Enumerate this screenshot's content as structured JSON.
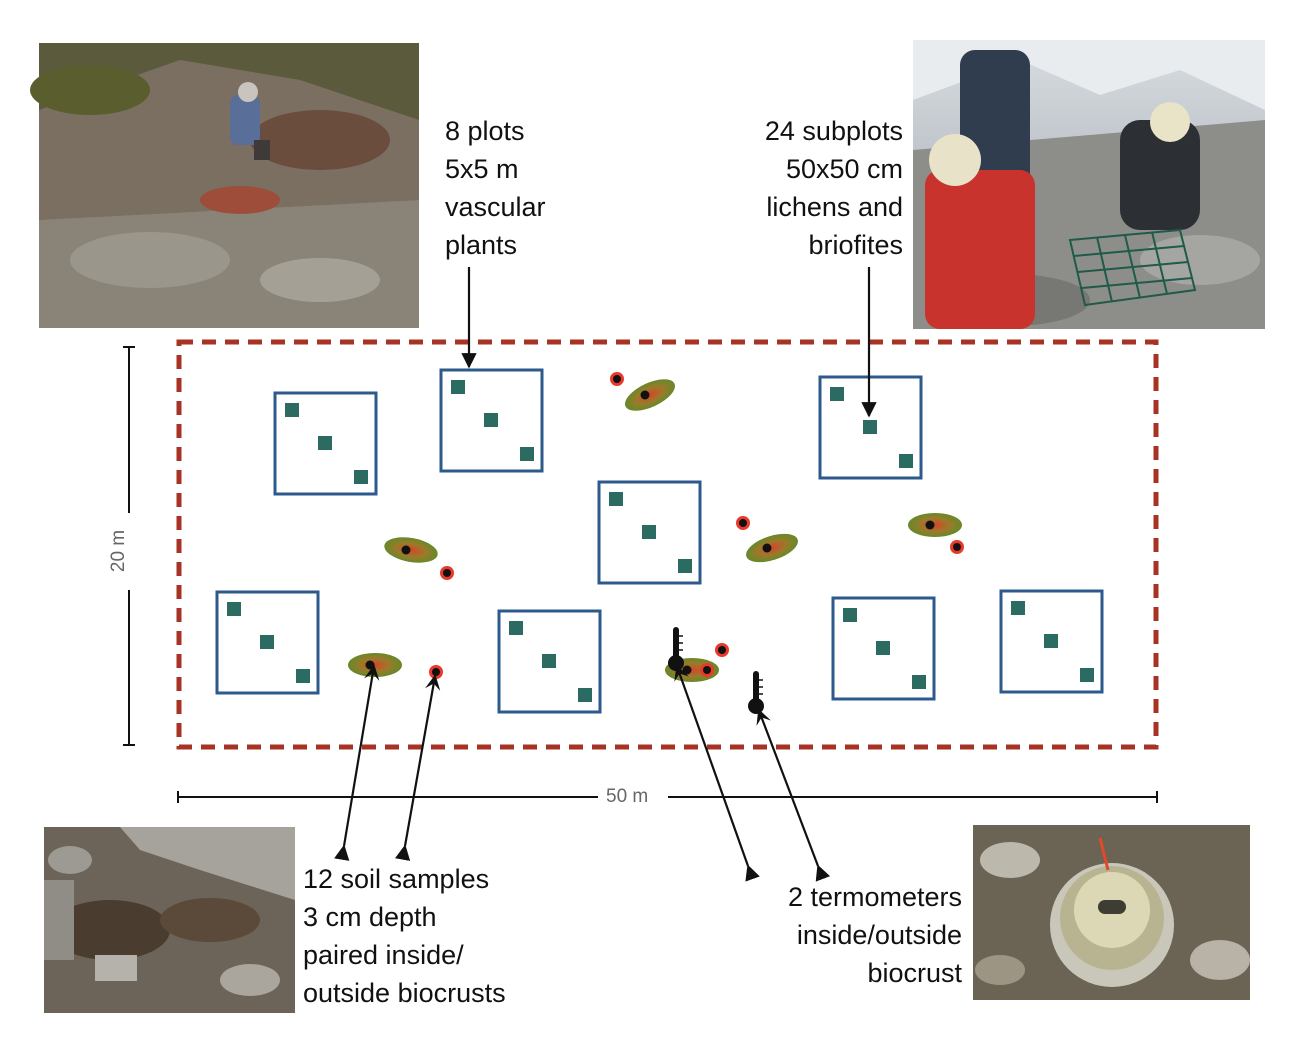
{
  "labels": {
    "plots": [
      "8 plots",
      "5x5 m",
      "vascular",
      "plants"
    ],
    "subplots": [
      "24 subplots",
      "50x50 cm",
      "lichens and",
      "briofites"
    ],
    "soil": [
      "12 soil samples",
      "3 cm depth",
      "paired inside/",
      "outside biocrusts"
    ],
    "thermo": [
      "2 termometers",
      "inside/outside",
      "biocrust"
    ]
  },
  "dimensions": {
    "height": "20 m",
    "width": "50 m"
  },
  "colors": {
    "boundary": "#a83224",
    "plot": "#2c5a8c",
    "subplot": "#2b6b62",
    "sample_ring": "#e8392a",
    "crust_center": "#c0392b",
    "crust_edge": "#4f8f2a",
    "arrow": "#111111"
  },
  "photos": [
    "photo-hillside-survey",
    "photo-subplot-grid",
    "photo-biocrust-ground",
    "photo-temperature-logger"
  ]
}
